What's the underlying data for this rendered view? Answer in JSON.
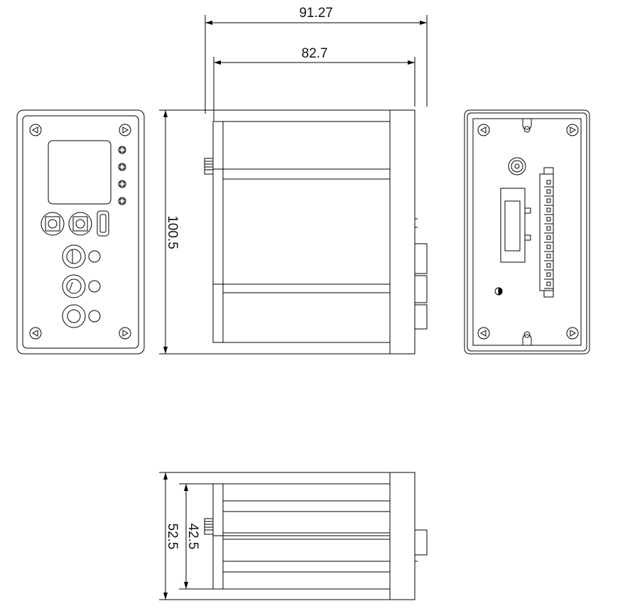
{
  "dimensions": {
    "overall_depth": "91.27",
    "body_depth": "82.7",
    "height": "100.5",
    "bottom_outer_width": "52.5",
    "bottom_inner_width": "42.5"
  },
  "colors": {
    "line": "#000000",
    "background": "#ffffff"
  }
}
